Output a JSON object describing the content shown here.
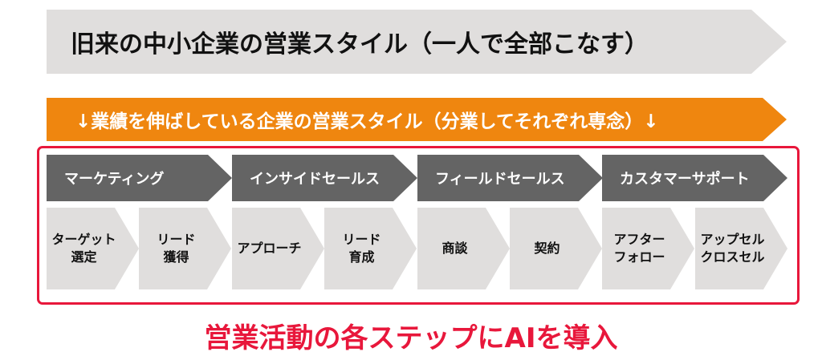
{
  "old_style": "旧来の中小企業の営業スタイル（一人で全部こなす）",
  "new_style": "↓業績を伸ばしている企業の営業スタイル（分業してそれぞれ専念）↓",
  "phases": [
    {
      "label": "マーケティング",
      "steps": [
        "ターゲット\n選定",
        "リード\n獲得"
      ]
    },
    {
      "label": "インサイドセールス",
      "steps": [
        "アプローチ",
        "リード\n育成"
      ]
    },
    {
      "label": "フィールドセールス",
      "steps": [
        "商談",
        "契約"
      ]
    },
    {
      "label": "カスタマーサポート",
      "steps": [
        "アフター\nフォロー",
        "アップセル\nクロスセル"
      ]
    }
  ],
  "tagline": "営業活動の各ステップにAIを導入",
  "colors": {
    "orange": "#ef860f",
    "red": "#e8173b",
    "dark": "#646464",
    "light": "#e0dedd"
  }
}
